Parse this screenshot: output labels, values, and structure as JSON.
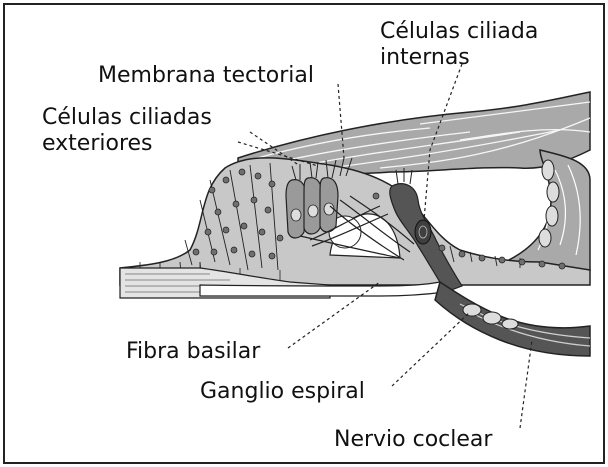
{
  "labels": {
    "celulas_ciliadas_internas_line1": "Células ciliada",
    "celulas_ciliadas_internas_line2": "internas",
    "membrana_tectorial": "Membrana tectorial",
    "celulas_ciliadas_exteriores_line1": "Células ciliadas",
    "celulas_ciliadas_exteriores_line2": "exteriores",
    "fibra_basilar": "Fibra basilar",
    "ganglio_espiral": "Ganglio espiral",
    "nervio_coclear": "Nervio coclear"
  },
  "colors": {
    "tissue": "#c8c8c8",
    "tissue_dark": "#9a9a9a",
    "nerve": "#555555",
    "outline": "#222222",
    "cell_nucleus": "#6f6f6f",
    "background": "#ffffff"
  }
}
